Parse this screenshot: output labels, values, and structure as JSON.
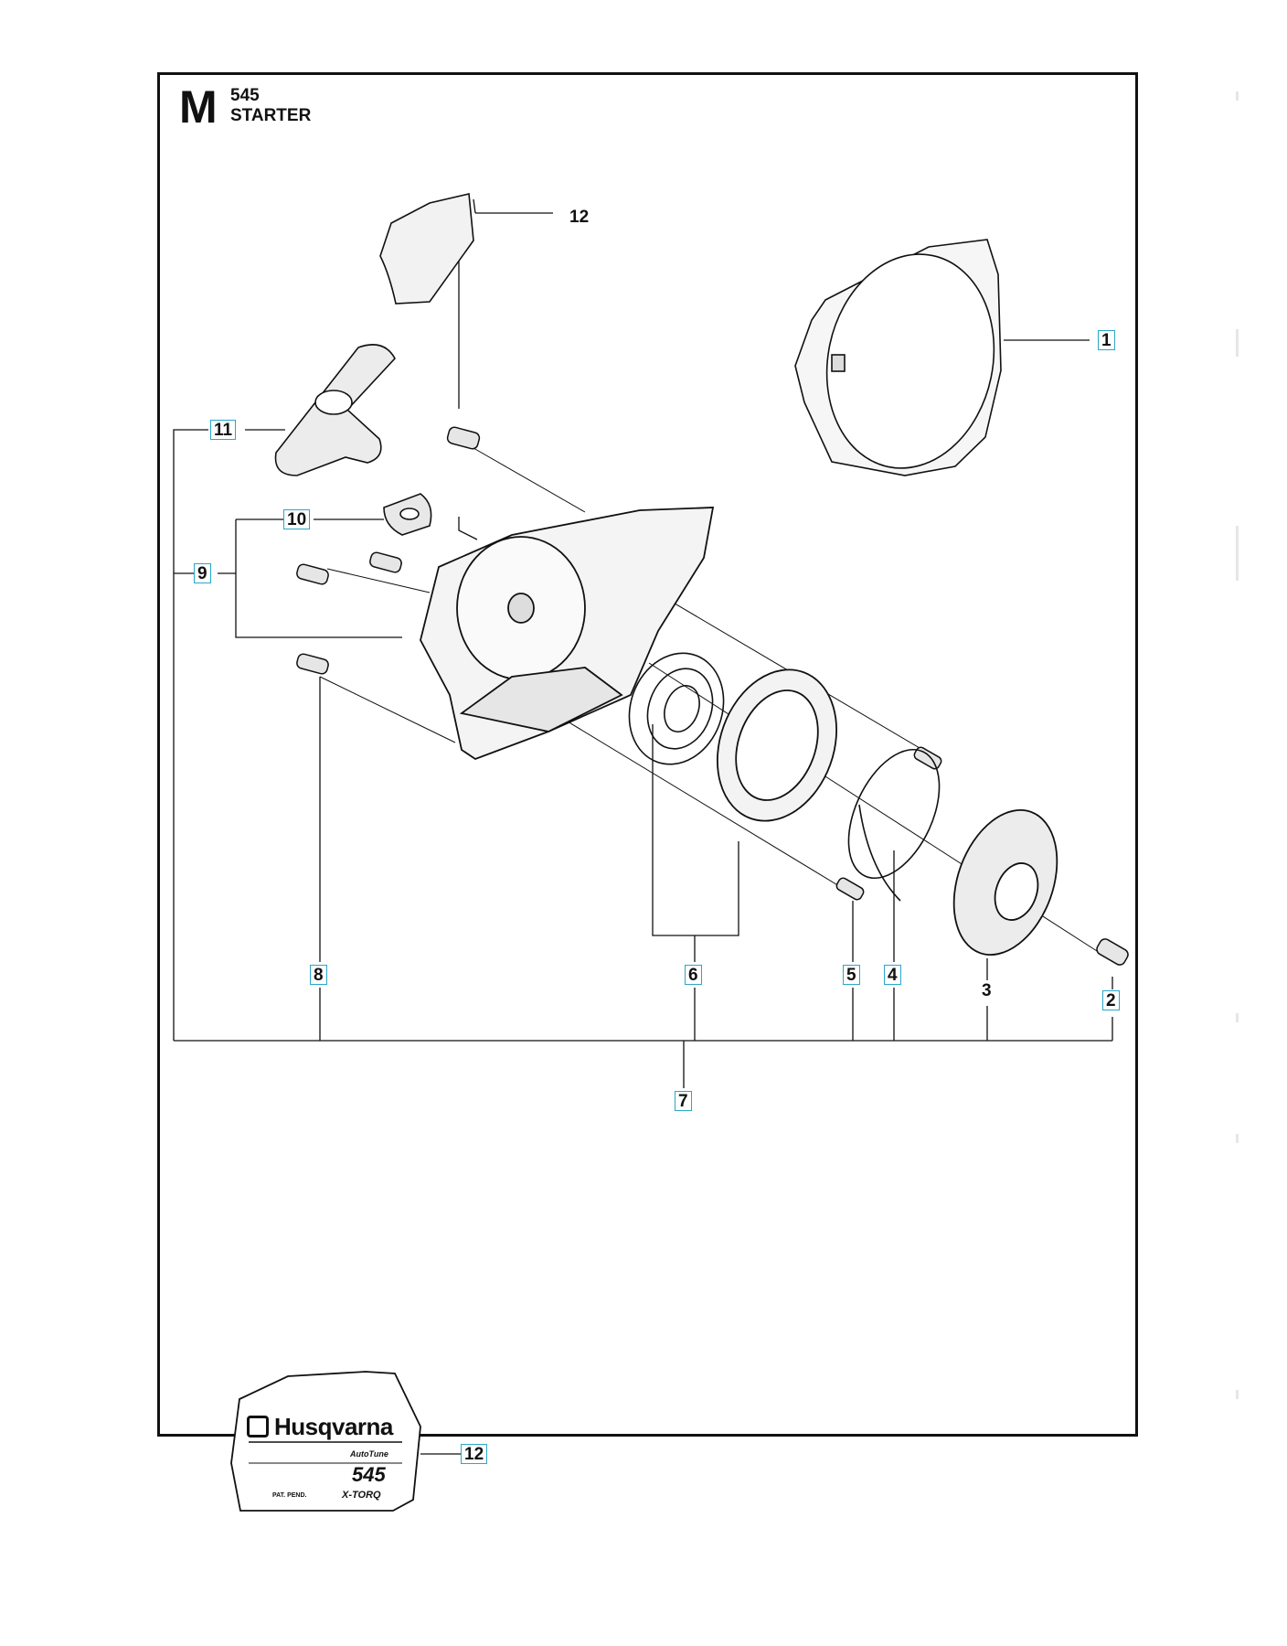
{
  "header": {
    "section_letter": "M",
    "model": "545",
    "title": "STARTER"
  },
  "callouts": [
    {
      "id": "c1",
      "label": "1",
      "boxed": true
    },
    {
      "id": "c2",
      "label": "2",
      "boxed": true
    },
    {
      "id": "c3",
      "label": "3",
      "boxed": false
    },
    {
      "id": "c4",
      "label": "4",
      "boxed": true
    },
    {
      "id": "c5",
      "label": "5",
      "boxed": true
    },
    {
      "id": "c6",
      "label": "6",
      "boxed": true
    },
    {
      "id": "c7",
      "label": "7",
      "boxed": true
    },
    {
      "id": "c8",
      "label": "8",
      "boxed": true
    },
    {
      "id": "c9",
      "label": "9",
      "boxed": true
    },
    {
      "id": "c10",
      "label": "10",
      "boxed": true
    },
    {
      "id": "c11",
      "label": "11",
      "boxed": true
    },
    {
      "id": "c12a",
      "label": "12",
      "boxed": false
    },
    {
      "id": "c12b",
      "label": "12",
      "boxed": true
    }
  ],
  "decal": {
    "brand": "Husqvarna",
    "feature": "AutoTune",
    "model": "545",
    "patent": "PAT. PEND.",
    "engine": "X-TORQ"
  },
  "colors": {
    "callout_box": "#2aa7c8",
    "line": "#111111"
  }
}
